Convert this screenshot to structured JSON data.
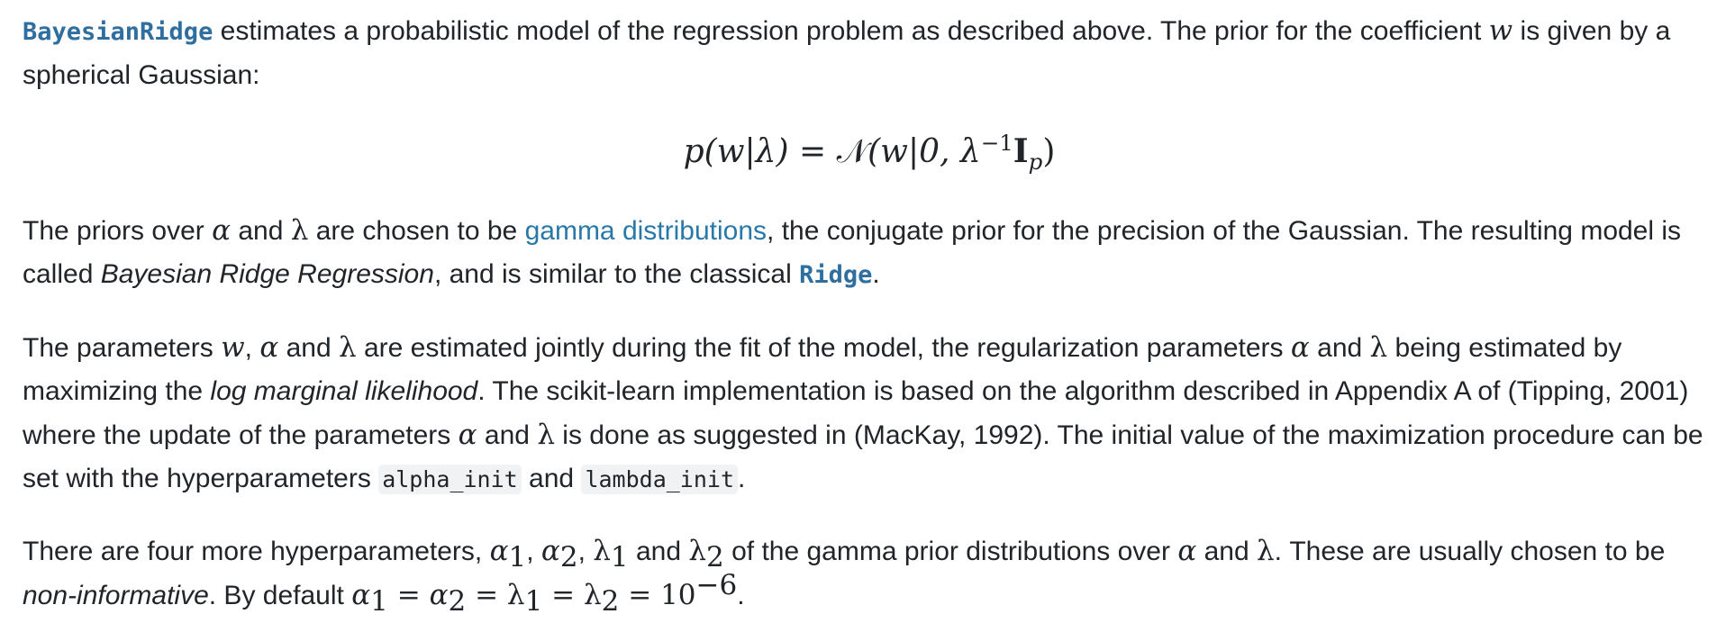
{
  "paragraph1": {
    "class_link": "BayesianRidge",
    "text_before_w": " estimates a probabilistic model of the regression problem as described above. The prior for the coefficient ",
    "w": "w",
    "text_after_w": " is given by a spherical Gaussian:"
  },
  "equation": {
    "lhs": "p(w|λ)",
    "equals": " = ",
    "normal": "𝒩",
    "args_open": "(w|0, λ",
    "exponent": "−1",
    "identity": "I",
    "identity_sub": "p",
    "close": ")"
  },
  "paragraph2": {
    "t1": "The priors over ",
    "alpha": "α",
    "t2": " and ",
    "lambda": "λ",
    "t3": " are chosen to be ",
    "link_gamma": "gamma distributions",
    "t4": ", the conjugate prior for the precision of the Gaussian. The resulting model is called ",
    "em_brr": "Bayesian Ridge Regression",
    "t5": ", and is similar to the classical ",
    "ridge_link": "Ridge",
    "t6": "."
  },
  "paragraph3": {
    "t1": "The parameters ",
    "w": "w",
    "comma": ", ",
    "alpha": "α",
    "t2": " and ",
    "lambda": "λ",
    "t3": " are estimated jointly during the fit of the model, the regularization parameters ",
    "t4": " being estimated by maximizing the ",
    "em_lml": "log marginal likelihood",
    "t5": ". The scikit-learn implementation is based on the algorithm described in Appendix A of (Tipping, 2001) where the update of the parameters ",
    "t6": " is done as suggested in (MacKay, 1992). The initial value of the maximization procedure can be set with the hyperparameters ",
    "code_alpha_init": "alpha_init",
    "t7": " and ",
    "code_lambda_init": "lambda_init",
    "t8": "."
  },
  "paragraph4": {
    "t1": "There are four more hyperparameters, ",
    "alpha": "α",
    "lambda": "λ",
    "sub1": "1",
    "sub2": "2",
    "sep": ", ",
    "and": " and ",
    "t2": " of the gamma prior distributions over ",
    "t3": ". These are usually chosen to be ",
    "em_noninf": "non-informative",
    "t4": ". By default ",
    "eq": " = ",
    "ten": "10",
    "exp": "−6",
    "end": "."
  },
  "colors": {
    "text": "#212529",
    "link": "#2878a8",
    "code_link": "#2f6f9f",
    "code_bg": "#f0f2f4"
  }
}
